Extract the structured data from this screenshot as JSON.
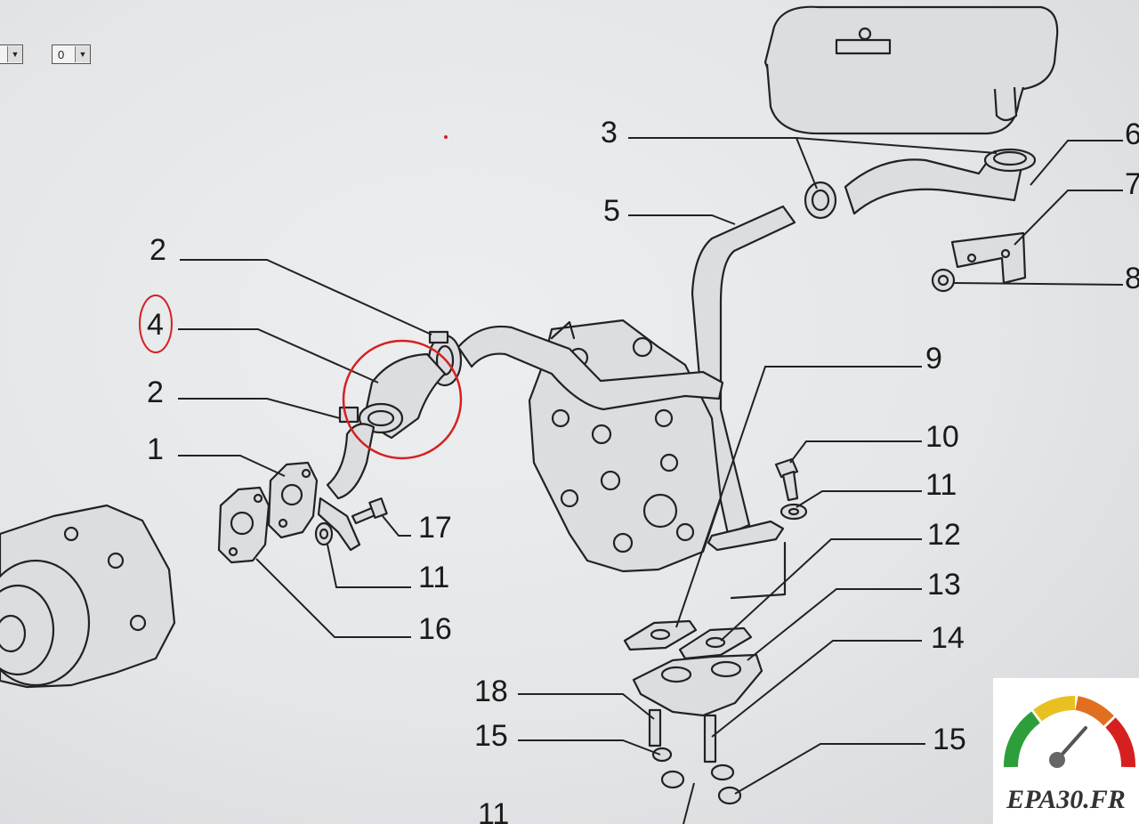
{
  "controls": {
    "select_left": {
      "value": ""
    },
    "select_right": {
      "value": "0"
    }
  },
  "labels": {
    "p3": "3",
    "p5": "5",
    "p6": "6",
    "p7": "7",
    "p8": "8",
    "p2_top": "2",
    "p4": "4",
    "p2_bottom": "2",
    "p1": "1",
    "p9": "9",
    "p10": "10",
    "p11_right": "11",
    "p12": "12",
    "p13": "13",
    "p14": "14",
    "p17": "17",
    "p11_left": "11",
    "p16": "16",
    "p18": "18",
    "p15_left": "15",
    "p15_right": "15",
    "p11_bottom": "11"
  },
  "highlight": {
    "part": "4",
    "color": "#d62020"
  },
  "logo": {
    "text": "EPA30.FR",
    "gauge_colors": [
      "#2e9e3a",
      "#e8c020",
      "#e07020",
      "#d62020"
    ]
  }
}
